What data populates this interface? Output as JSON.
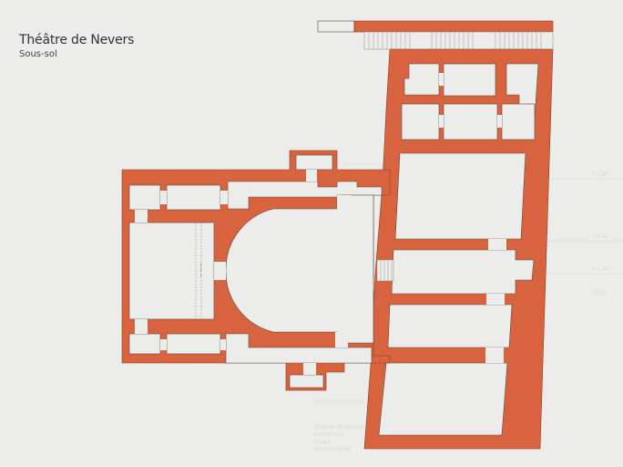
{
  "header": {
    "title": "Théâtre de Nevers",
    "subtitle": "Sous-sol"
  },
  "plan": {
    "wall_color": "#d8643f",
    "background_color": "#ececeb",
    "room_fill": "#ececeb",
    "ghost_labels": [
      "+5,85",
      "+4,41",
      "+1,05",
      "0,00"
    ],
    "ghost_caption": [
      "Théâtre de Nevers",
      "Pavillon Est",
      "Coupe",
      "Octobre 2008"
    ]
  }
}
